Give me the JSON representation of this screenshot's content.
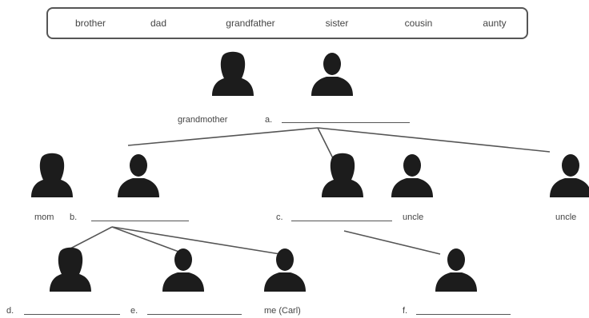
{
  "word_bank": [
    "brother",
    "dad",
    "grandfather",
    "sister",
    "cousin",
    "aunty"
  ],
  "labels": {
    "grandmother": "grandmother",
    "a": "a.",
    "mom": "mom",
    "b": "b.",
    "c": "c.",
    "uncle_1": "uncle",
    "uncle_2": "uncle",
    "d": "d.",
    "e": "e.",
    "me": "me (Carl)",
    "f": "f."
  },
  "person_types": [
    "female",
    "male",
    "female",
    "male",
    "female",
    "male",
    "male",
    "female",
    "male",
    "male",
    "male"
  ]
}
